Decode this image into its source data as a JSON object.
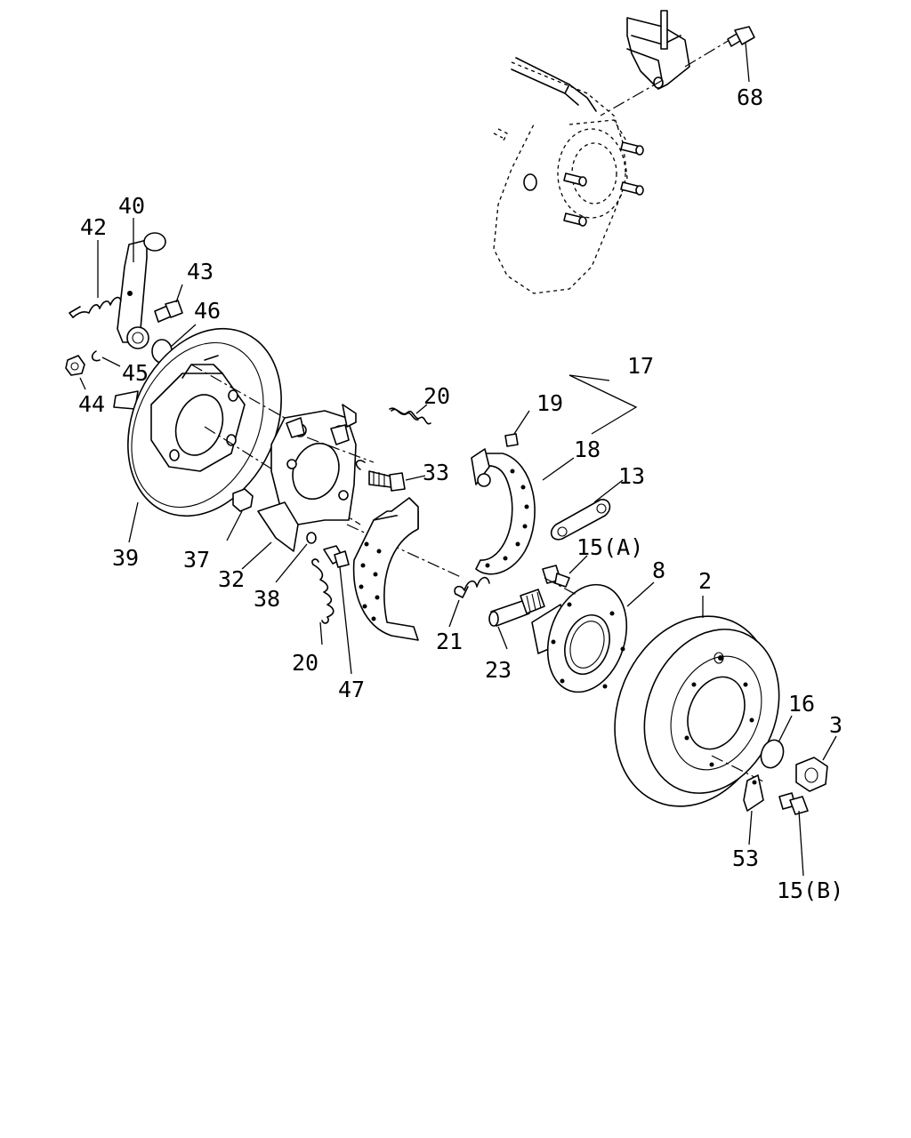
{
  "labels": {
    "p68": "68",
    "p40": "40",
    "p42": "42",
    "p43": "43",
    "p46": "46",
    "p45": "45",
    "p44": "44",
    "p39": "39",
    "p20a": "20",
    "p20b": "20",
    "p17": "17",
    "p19": "19",
    "p18": "18",
    "p13": "13",
    "p33": "33",
    "p37": "37",
    "p32": "32",
    "p38": "38",
    "p47": "47",
    "p21": "21",
    "p15a": "15(A)",
    "p23": "23",
    "p8": "8",
    "p2": "2",
    "p16": "16",
    "p3": "3",
    "p53": "53",
    "p15b": "15(B)"
  }
}
